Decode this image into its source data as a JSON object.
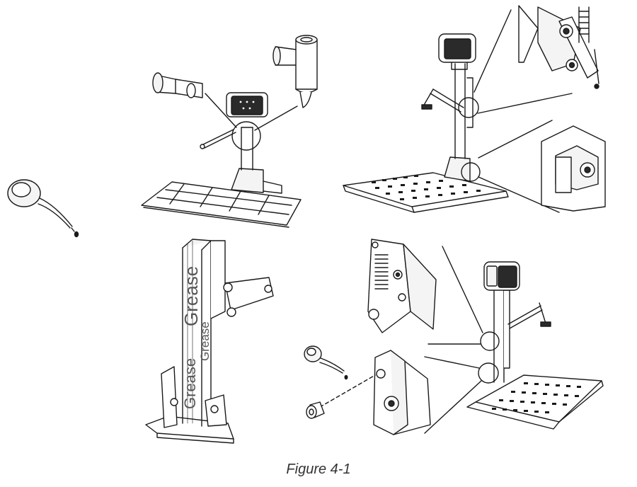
{
  "figure": {
    "caption": "Figure 4-1"
  },
  "annotations": {
    "grease_large": "Grease",
    "grease_medium": "Grease",
    "grease_small": "Grease"
  },
  "colors": {
    "line": "#1a1a1a",
    "light_fill": "#f4f4f4",
    "dark_fill": "#2a2a2a",
    "caption": "#333333"
  },
  "icons": [
    "oil-can-icon",
    "grease-cartridge-icon"
  ]
}
